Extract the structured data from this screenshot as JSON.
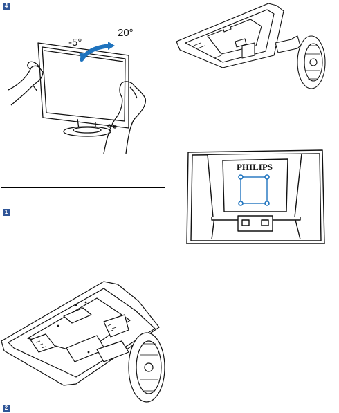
{
  "steps": {
    "tilt": "4",
    "remove_base": "1",
    "next": "2"
  },
  "tilt_angles": {
    "forward": "-5°",
    "backward": "20°"
  },
  "brand_logo": "PHILIPS",
  "colors": {
    "step_badge": "#2f5597",
    "tilt_arrow": "#1e73be",
    "line": "#111111",
    "vesa_screw": "#1e73be"
  }
}
